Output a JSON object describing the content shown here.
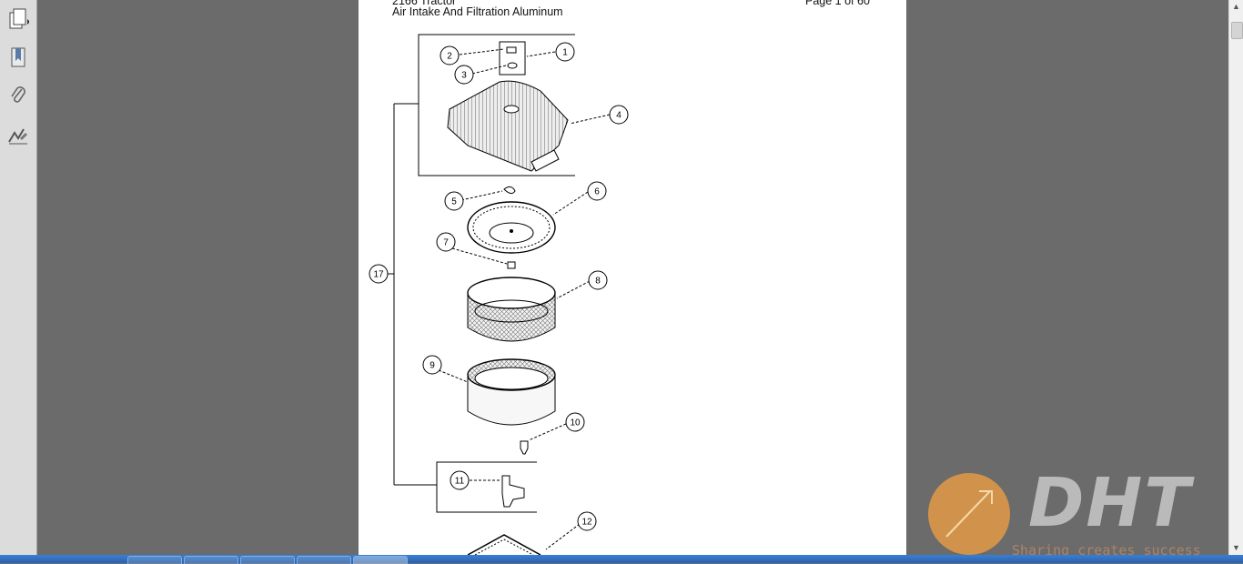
{
  "sidebar": {
    "tools": [
      {
        "name": "pages-icon"
      },
      {
        "name": "bookmarks-icon"
      },
      {
        "name": "attachments-icon"
      },
      {
        "name": "signatures-icon"
      }
    ]
  },
  "document": {
    "model_title": "2166 Tractor",
    "section_title": "Air Intake And Filtration Aluminum",
    "page_indicator": "Page 1 of 60"
  },
  "diagram": {
    "callouts": [
      "1",
      "2",
      "3",
      "4",
      "5",
      "6",
      "7",
      "8",
      "9",
      "10",
      "11",
      "12",
      "17"
    ]
  },
  "watermark": {
    "logo_text": "DHT",
    "slogan": "Sharing creates success"
  },
  "colors": {
    "viewer_bg": "#6b6b6b",
    "taskbar": "#2a62b0",
    "watermark_orange": "#e8a050"
  }
}
